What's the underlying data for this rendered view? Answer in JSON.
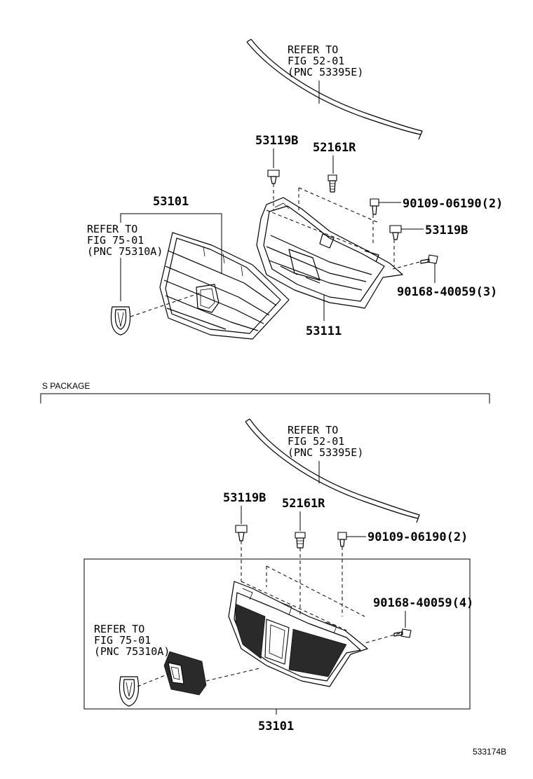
{
  "top": {
    "refer_molding": [
      "REFER TO",
      "FIG 52-01",
      "(PNC 53395E)"
    ],
    "refer_emblem": [
      "REFER TO",
      "FIG 75-01",
      "(PNC 75310A)"
    ],
    "part_53119B_upper": "53119B",
    "part_52161R": "52161R",
    "part_90109": "90109-06190(2)",
    "part_53119B_right": "53119B",
    "part_90168": "90168-40059(3)",
    "part_53101": "53101",
    "part_53111": "53111"
  },
  "section_label": "S PACKAGE",
  "bottom": {
    "refer_molding": [
      "REFER TO",
      "FIG 52-01",
      "(PNC 53395E)"
    ],
    "refer_emblem": [
      "REFER TO",
      "FIG 75-01",
      "(PNC 75310A)"
    ],
    "part_53119B": "53119B",
    "part_52161R": "52161R",
    "part_90109": "90109-06190(2)",
    "part_90168": "90168-40059(4)",
    "part_53101": "53101"
  },
  "figure_id": "533174B"
}
